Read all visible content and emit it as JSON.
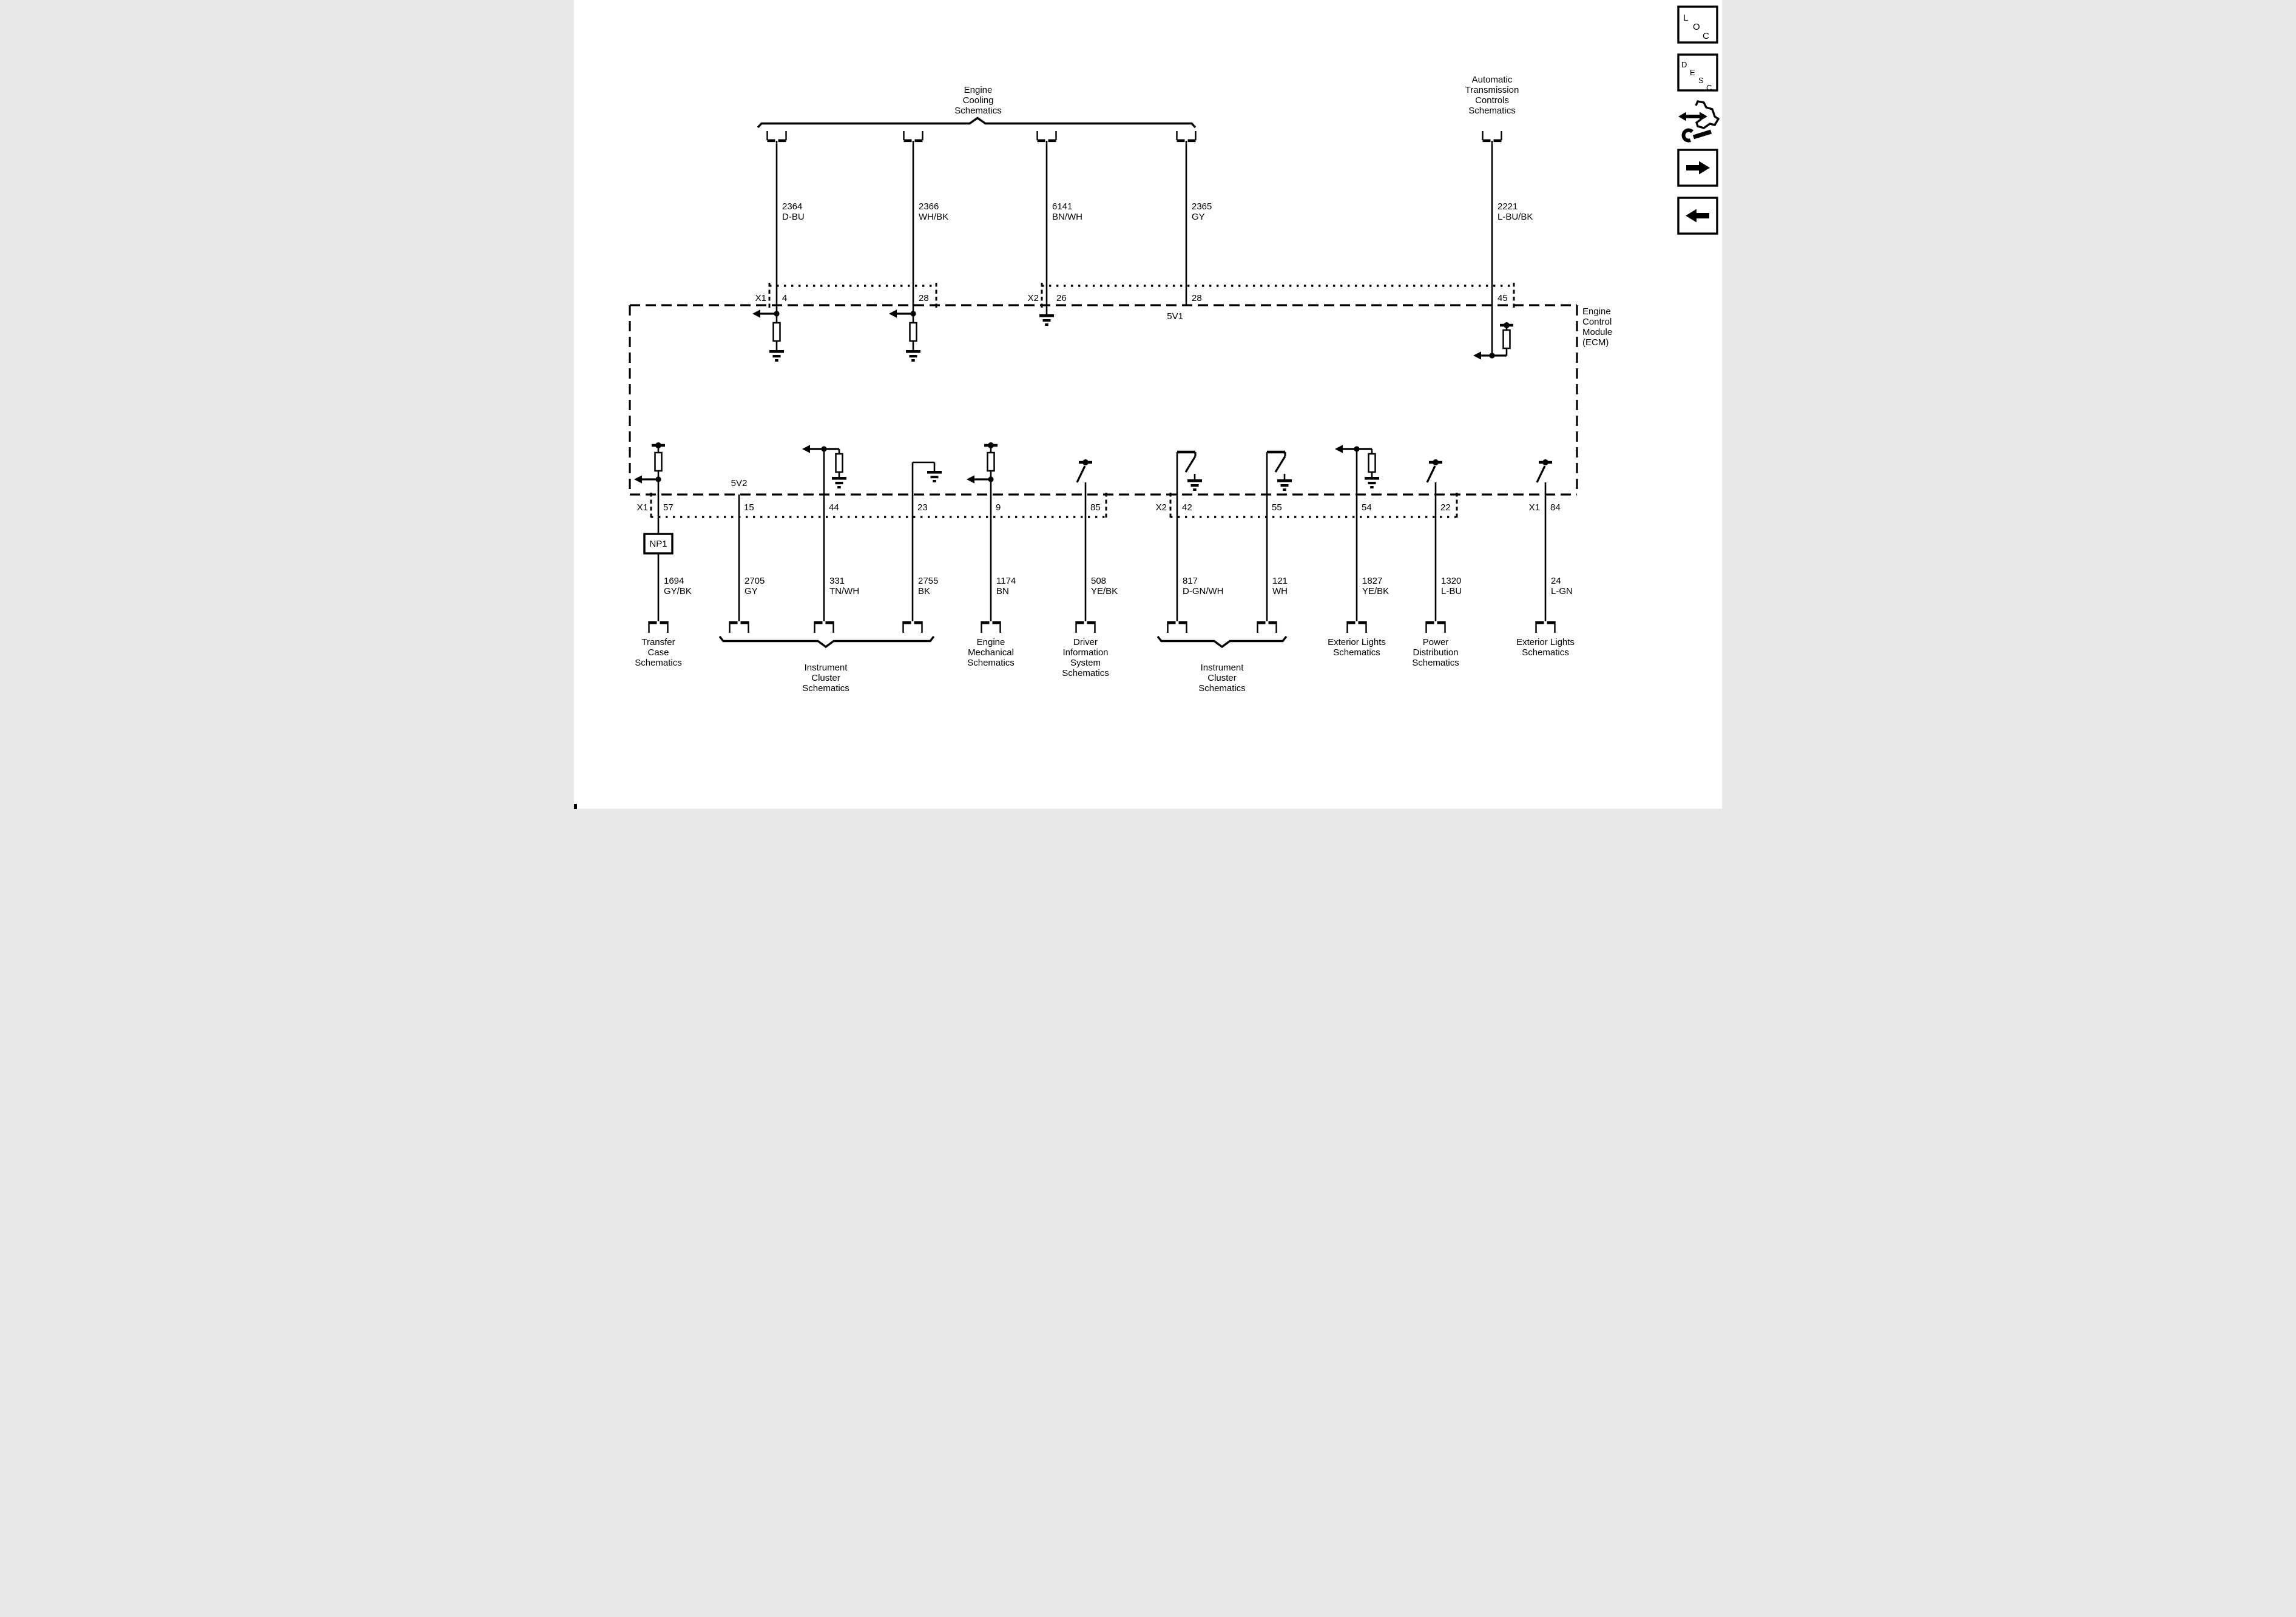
{
  "toolbar": {
    "loc_chars": [
      "L",
      "O",
      "C"
    ],
    "desc_chars": [
      "D",
      "E",
      "S",
      "C"
    ],
    "icons": [
      "loc-button",
      "desc-button",
      "repair-navigate-icon",
      "next-arrow-icon",
      "back-arrow-icon"
    ]
  },
  "ecm": {
    "name_lines": [
      "Engine",
      "Control",
      "Module",
      "(ECM)"
    ],
    "top_sections": [
      {
        "label": "X1"
      },
      {
        "label": "X2"
      }
    ],
    "bottom_sections": [
      {
        "label": "X1"
      },
      {
        "label": "X2"
      },
      {
        "label": "X1"
      }
    ]
  },
  "top_group": {
    "cooling": {
      "title_lines": [
        "Engine",
        "Cooling",
        "Schematics"
      ]
    },
    "atc": {
      "title_lines": [
        "Automatic",
        "Transmission",
        "Controls",
        "Schematics"
      ]
    },
    "wires": [
      {
        "pin": "4",
        "circuit": "2364",
        "color": "D-BU"
      },
      {
        "pin": "28",
        "circuit": "2366",
        "color": "WH/BK"
      },
      {
        "pin": "26",
        "circuit": "6141",
        "color": "BN/WH"
      },
      {
        "pin": "28",
        "circuit": "2365",
        "color": "GY",
        "net": "5V1"
      },
      {
        "pin": "45",
        "circuit": "2221",
        "color": "L-BU/BK"
      }
    ]
  },
  "bottom_group": {
    "wires": [
      {
        "pin": "57",
        "circuit": "1694",
        "color": "GY/BK",
        "component": "NP1"
      },
      {
        "pin": "15",
        "circuit": "2705",
        "color": "GY",
        "net": "5V2"
      },
      {
        "pin": "44",
        "circuit": "331",
        "color": "TN/WH"
      },
      {
        "pin": "23",
        "circuit": "2755",
        "color": "BK"
      },
      {
        "pin": "9",
        "circuit": "1174",
        "color": "BN"
      },
      {
        "pin": "85",
        "circuit": "508",
        "color": "YE/BK"
      },
      {
        "pin": "42",
        "circuit": "817",
        "color": "D-GN/WH"
      },
      {
        "pin": "55",
        "circuit": "121",
        "color": "WH"
      },
      {
        "pin": "54",
        "circuit": "1827",
        "color": "YE/BK"
      },
      {
        "pin": "22",
        "circuit": "1320",
        "color": "L-BU"
      },
      {
        "pin": "84",
        "circuit": "24",
        "color": "L-GN"
      }
    ],
    "destinations": [
      {
        "lines": [
          "Transfer",
          "Case",
          "Schematics"
        ]
      },
      {
        "lines": [
          "Instrument",
          "Cluster",
          "Schematics"
        ]
      },
      {
        "lines": [
          "Engine",
          "Mechanical",
          "Schematics"
        ]
      },
      {
        "lines": [
          "Driver",
          "Information",
          "System",
          "Schematics"
        ]
      },
      {
        "lines": [
          "Instrument",
          "Cluster",
          "Schematics"
        ]
      },
      {
        "lines": [
          "Exterior Lights",
          "Schematics"
        ]
      },
      {
        "lines": [
          "Power",
          "Distribution",
          "Schematics"
        ]
      },
      {
        "lines": [
          "Exterior Lights",
          "Schematics"
        ]
      }
    ]
  }
}
